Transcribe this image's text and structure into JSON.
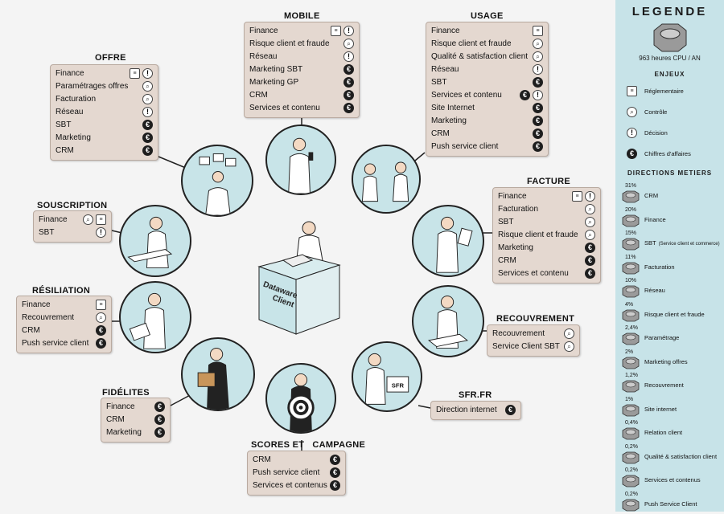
{
  "center": {
    "label_line1": "Dataware",
    "label_line2": "Client"
  },
  "sections": [
    {
      "key": "offre",
      "title": "OFFRE",
      "rows": [
        {
          "label": "Finance",
          "icons": [
            "doc",
            "decision"
          ]
        },
        {
          "label": "Paramétrages offres",
          "icons": [
            "search"
          ]
        },
        {
          "label": "Facturation",
          "icons": [
            "search"
          ]
        },
        {
          "label": "Réseau",
          "icons": [
            "decision"
          ]
        },
        {
          "label": "SBT",
          "icons": [
            "euro"
          ]
        },
        {
          "label": "Marketing",
          "icons": [
            "euro"
          ]
        },
        {
          "label": "CRM",
          "icons": [
            "euro"
          ]
        }
      ]
    },
    {
      "key": "mobile",
      "title": "MOBILE",
      "rows": [
        {
          "label": "Finance",
          "icons": [
            "doc",
            "decision"
          ]
        },
        {
          "label": "Risque client et fraude",
          "icons": [
            "search"
          ]
        },
        {
          "label": "Réseau",
          "icons": [
            "decision"
          ]
        },
        {
          "label": "Marketing SBT",
          "icons": [
            "euro"
          ]
        },
        {
          "label": "Marketing GP",
          "icons": [
            "euro"
          ]
        },
        {
          "label": "CRM",
          "icons": [
            "euro"
          ]
        },
        {
          "label": "Services et contenu",
          "icons": [
            "euro"
          ]
        }
      ]
    },
    {
      "key": "usage",
      "title": "USAGE",
      "rows": [
        {
          "label": "Finance",
          "icons": [
            "doc"
          ]
        },
        {
          "label": "Risque client et fraude",
          "icons": [
            "search"
          ]
        },
        {
          "label": "Qualité & satisfaction client",
          "icons": [
            "search"
          ]
        },
        {
          "label": "Réseau",
          "icons": [
            "decision"
          ]
        },
        {
          "label": "SBT",
          "icons": [
            "euro"
          ]
        },
        {
          "label": "Services et contenu",
          "icons": [
            "euro",
            "decision"
          ]
        },
        {
          "label": "Site Internet",
          "icons": [
            "euro"
          ]
        },
        {
          "label": "Marketing",
          "icons": [
            "euro"
          ]
        },
        {
          "label": "CRM",
          "icons": [
            "euro"
          ]
        },
        {
          "label": "Push service client",
          "icons": [
            "euro"
          ]
        }
      ]
    },
    {
      "key": "souscription",
      "title": "SOUSCRIPTION",
      "rows": [
        {
          "label": "Finance",
          "icons": [
            "search",
            "doc"
          ]
        },
        {
          "label": "SBT",
          "icons": [
            "decision"
          ]
        }
      ]
    },
    {
      "key": "facture",
      "title": "FACTURE",
      "rows": [
        {
          "label": "Finance",
          "icons": [
            "doc",
            "decision"
          ]
        },
        {
          "label": "Facturation",
          "icons": [
            "search"
          ]
        },
        {
          "label": "SBT",
          "icons": [
            "search"
          ]
        },
        {
          "label": "Risque client et fraude",
          "icons": [
            "search"
          ]
        },
        {
          "label": "Marketing",
          "icons": [
            "euro"
          ]
        },
        {
          "label": "CRM",
          "icons": [
            "euro"
          ]
        },
        {
          "label": "Services et contenu",
          "icons": [
            "euro"
          ]
        }
      ]
    },
    {
      "key": "resiliation",
      "title": "RÉSILIATION",
      "rows": [
        {
          "label": "Finance",
          "icons": [
            "doc"
          ]
        },
        {
          "label": "Recouvrement",
          "icons": [
            "search"
          ]
        },
        {
          "label": "CRM",
          "icons": [
            "euro"
          ]
        },
        {
          "label": "Push service client",
          "icons": [
            "euro"
          ]
        }
      ]
    },
    {
      "key": "recouvrement",
      "title": "RECOUVREMENT",
      "rows": [
        {
          "label": "Recouvrement",
          "icons": [
            "search"
          ]
        },
        {
          "label": "Service Client SBT",
          "icons": [
            "search"
          ]
        }
      ]
    },
    {
      "key": "fidelites",
      "title": "FIDÉLITES",
      "rows": [
        {
          "label": "Finance",
          "icons": [
            "euro"
          ]
        },
        {
          "label": "CRM",
          "icons": [
            "euro"
          ]
        },
        {
          "label": "Marketing",
          "icons": [
            "euro"
          ]
        }
      ]
    },
    {
      "key": "sfrfr",
      "title": "SFR.FR",
      "rows": [
        {
          "label": "Direction internet",
          "icons": [
            "euro"
          ]
        }
      ]
    },
    {
      "key": "scores",
      "title": "SCORES ET   CAMPAGNE",
      "rows": [
        {
          "label": "CRM",
          "icons": [
            "euro"
          ]
        },
        {
          "label": "Push service client",
          "icons": [
            "euro"
          ]
        },
        {
          "label": "Services et contenus",
          "icons": [
            "euro"
          ]
        }
      ]
    }
  ],
  "legend": {
    "title": "LEGENDE",
    "unit_label": "963 heures CPU / AN",
    "enjeux_title": "ENJEUX",
    "enjeux": [
      {
        "icon": "doc",
        "label": "Réglementaire"
      },
      {
        "icon": "search",
        "label": "Contrôle"
      },
      {
        "icon": "decision",
        "label": "Décision"
      },
      {
        "icon": "euro",
        "label": "Chiffres d'affaires"
      }
    ],
    "directions_title": "DIRECTIONS METIERS",
    "directions": [
      {
        "pct": "31%",
        "label": "CRM"
      },
      {
        "pct": "20%",
        "label": "Finance"
      },
      {
        "pct": "15%",
        "label": "SBT",
        "note": "(Service client et commerce)"
      },
      {
        "pct": "11%",
        "label": "Facturation"
      },
      {
        "pct": "10%",
        "label": "Réseau"
      },
      {
        "pct": "4%",
        "label": "Risque client et fraude"
      },
      {
        "pct": "2,4%",
        "label": "Paramétrage"
      },
      {
        "pct": "2%",
        "label": "Marketing offres"
      },
      {
        "pct": "1,2%",
        "label": "Recouvrement"
      },
      {
        "pct": "1%",
        "label": "Site internet"
      },
      {
        "pct": "0,4%",
        "label": "Relation client"
      },
      {
        "pct": "0,2%",
        "label": "Qualité & satisfaction client"
      },
      {
        "pct": "0,2%",
        "label": "Services et contenus"
      },
      {
        "pct": "0,2%",
        "label": "Push Service Client"
      }
    ]
  }
}
